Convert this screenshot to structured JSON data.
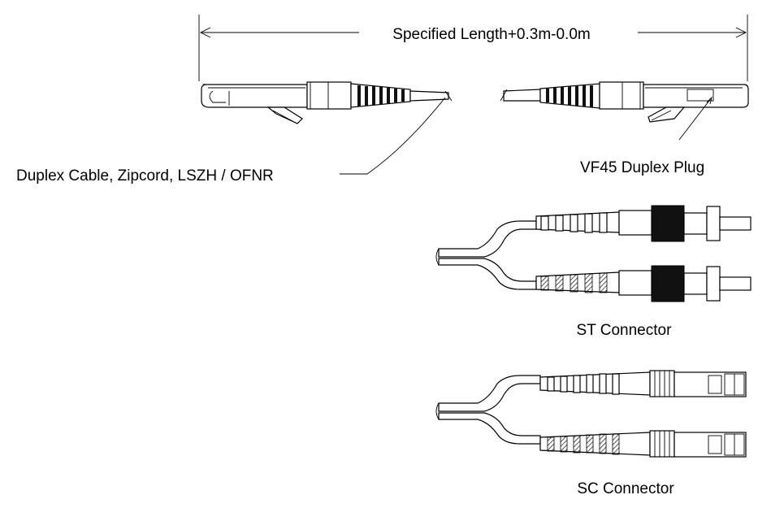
{
  "dimension": {
    "label": "Specified Length+0.3m-0.0m"
  },
  "labels": {
    "cable": "Duplex Cable, Zipcord, LSZH / OFNR",
    "plug": "VF45 Duplex Plug",
    "st": "ST Connector",
    "sc": "SC Connector"
  }
}
